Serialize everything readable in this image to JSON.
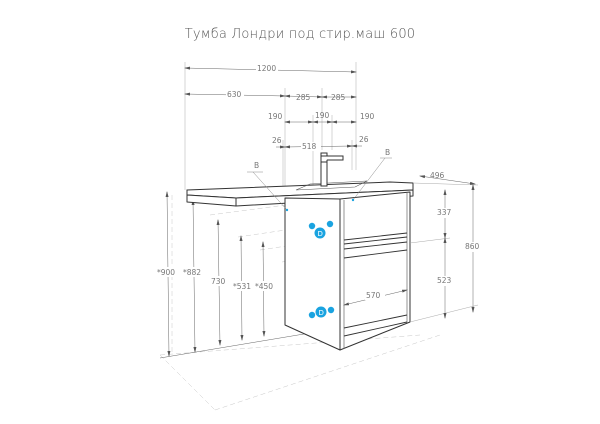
{
  "title": "Тумба Лондри под стир.маш 600",
  "colors": {
    "outline": "#333333",
    "dimension": "#888888",
    "hidden": "#bbbbbb",
    "marker": "#1aa3e0"
  },
  "dimensions": {
    "overall_width": "1200",
    "left_overhang": "630",
    "sink_half_left": "285",
    "sink_half_right": "285",
    "hole_left": "190",
    "hole_center": "190",
    "hole_right": "190",
    "edge_left": "26",
    "edge_right": "26",
    "sink_width": "518",
    "depth": "496",
    "upper_drawer_height": "337",
    "lower_drawer_height": "523",
    "total_height": "860",
    "h_900": "*900",
    "h_882": "*882",
    "h_730": "730",
    "h_531": "*531",
    "h_450": "*450",
    "inner_width": "570"
  },
  "labels": {
    "callout_left": "B",
    "callout_right": "B",
    "marker_upper": "D",
    "marker_lower": "D"
  }
}
